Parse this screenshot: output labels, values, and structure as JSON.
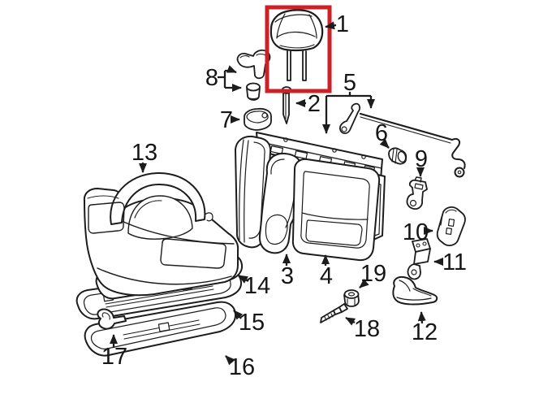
{
  "canvas": {
    "background": "#ffffff",
    "line_color": "#1c1c1c",
    "highlight_color": "#cc2127"
  },
  "highlight": {
    "highlighted_part_label": "1"
  },
  "parts": [
    {
      "label": "1",
      "name": "headrest"
    },
    {
      "label": "2",
      "name": "headrest-guide-sleeve"
    },
    {
      "label": "3",
      "name": "backrest-cover-left"
    },
    {
      "label": "4",
      "name": "backrest-cover-right"
    },
    {
      "label": "5",
      "name": "backrest-frame-and-rod"
    },
    {
      "label": "6",
      "name": "bushing"
    },
    {
      "label": "7",
      "name": "cover-cap"
    },
    {
      "label": "8",
      "name": "latch-lever-and-button"
    },
    {
      "label": "9",
      "name": "hinge-bracket"
    },
    {
      "label": "10",
      "name": "bracket-cover"
    },
    {
      "label": "11",
      "name": "mount-bracket"
    },
    {
      "label": "12",
      "name": "side-support-bracket"
    },
    {
      "label": "13",
      "name": "seat-cushion"
    },
    {
      "label": "14",
      "name": "cushion-pad"
    },
    {
      "label": "15",
      "name": "cushion-frame-panel"
    },
    {
      "label": "16",
      "name": "lower-panel"
    },
    {
      "label": "17",
      "name": "hook-clip"
    },
    {
      "label": "18",
      "name": "bolt"
    },
    {
      "label": "19",
      "name": "nut"
    }
  ]
}
